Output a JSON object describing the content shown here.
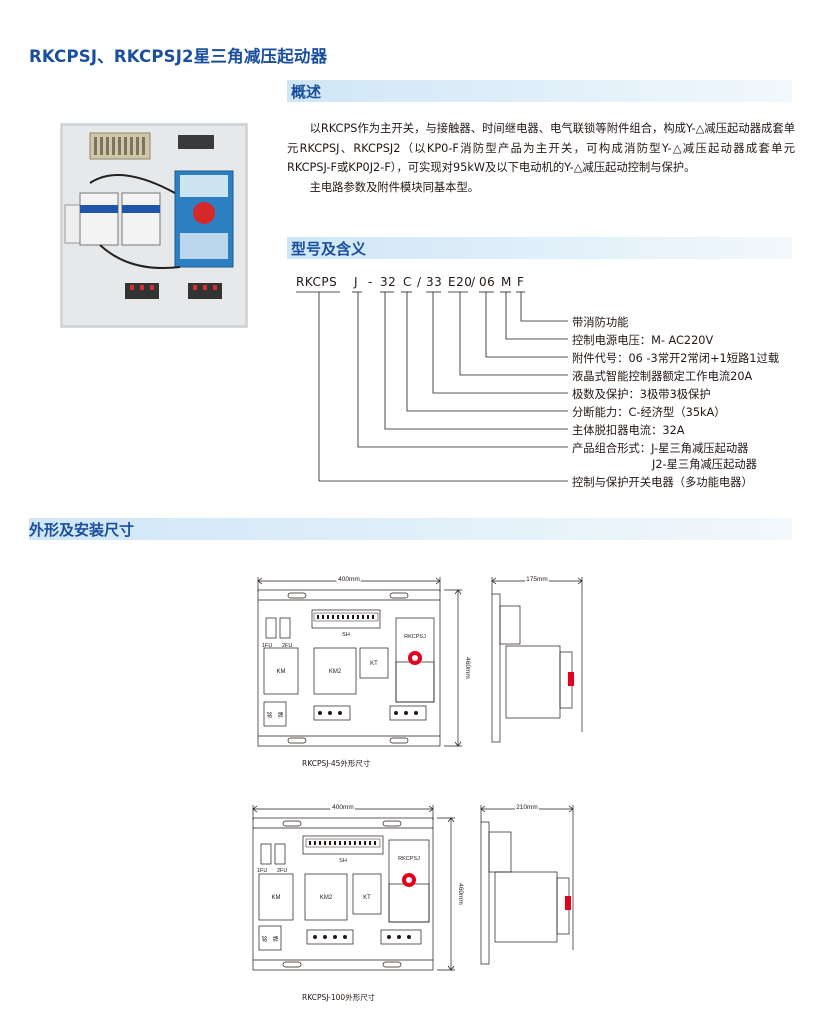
{
  "title": "RKCPSJ、RKCPSJ2星三角减压起动器",
  "overview": {
    "heading": "概述",
    "para1": "以RKCPS作为主开关，与接触器、时间继电器、电气联锁等附件组合，构成Y-△减压起动器成套单元RKCPSJ、RKCPSJ2（以KP0-F消防型产品为主开关，可构成消防型Y-△减压起动器成套单元RKCPSJ-F或KP0J2-F），可实现对95kW及以下电动机的Y-△减压起动控制与保护。",
    "para2": "主电路参数及附件模块同基本型。"
  },
  "model": {
    "heading": "型号及含义",
    "codes": [
      "RKCPS",
      "J",
      "-",
      "32",
      "C",
      "/",
      "33",
      "E20",
      "/",
      "06",
      "M",
      "F"
    ],
    "descriptions": [
      "带消防功能",
      "控制电源电压：M- AC220V",
      "附件代号：06 -3常开2常闭+1短路1过载",
      "液晶式智能控制器额定工作电流20A",
      "极数及保护：3极带3极保护",
      "分断能力：C-经济型（35kA）",
      "主体脱扣器电流：32A",
      "产品组合形式：J-星三角减压起动器",
      "J2-星三角减压起动器",
      "控制与保护开关电器（多功能电器）"
    ]
  },
  "dims": {
    "heading": "外形及安装尺寸",
    "drawing1": {
      "caption": "RKCPSJ-45外形尺寸",
      "width": "400mm",
      "height": "460mm",
      "depth": "175mm"
    },
    "drawing2": {
      "caption": "RKCPSJ-100外形尺寸",
      "width": "400mm",
      "height": "460mm",
      "depth": "210mm"
    },
    "labels": {
      "fu1": "1FU",
      "fu2": "2FU",
      "sh": "SH",
      "km": "KM",
      "km2": "KM2",
      "kt": "KT",
      "brand": "RKCPSJ",
      "nameplate": "铭　牌"
    }
  }
}
